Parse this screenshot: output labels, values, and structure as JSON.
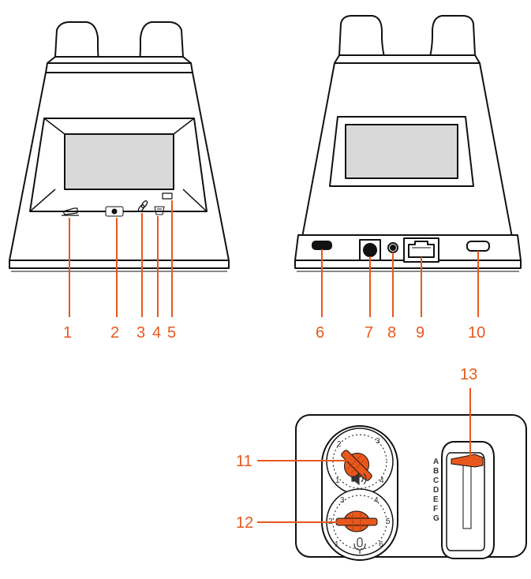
{
  "colors": {
    "accent": "#e8581c",
    "line": "#111111",
    "screen": "#d9d9d9",
    "body": "#ffffff"
  },
  "front_callouts": [
    "1",
    "2",
    "3",
    "4",
    "5"
  ],
  "back_callouts": [
    "6",
    "7",
    "8",
    "9",
    "10"
  ],
  "panel_callouts": [
    "11",
    "12",
    "13"
  ],
  "speaker_dial": {
    "numbers": [
      "2",
      "3",
      "1",
      "4"
    ],
    "icon": "speaker-icon"
  },
  "mic_dial": {
    "numbers": [
      "3",
      "4",
      "2",
      "5",
      "1",
      "6"
    ],
    "icon": "microphone-icon"
  },
  "slider_letters": [
    "A",
    "B",
    "C",
    "D",
    "E",
    "F",
    "G"
  ]
}
